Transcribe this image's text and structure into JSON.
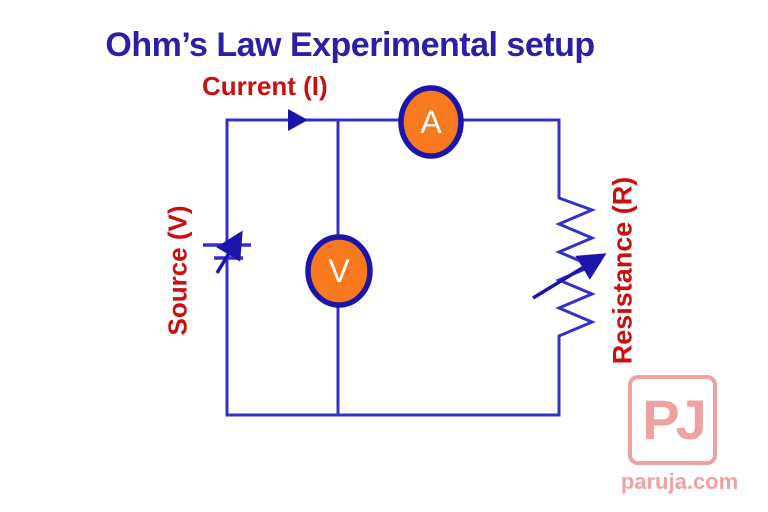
{
  "title": {
    "text": "Ohm’s Law Experimental setup"
  },
  "labels": {
    "current": "Current (I)",
    "source": "Source (V)",
    "resistance": "Resistance (R)"
  },
  "circuit": {
    "ammeter_letter": "A",
    "voltmeter_letter": "V",
    "icons": {
      "current_direction_icon": "filled right-pointing triangle on top wire",
      "variable_source_icon": "battery plates crossed by diagonal up-right arrow",
      "variable_resistor_icon": "zigzag resistor crossed by diagonal up-right arrow"
    }
  },
  "branding": {
    "monogram": "PJ",
    "website": "paruja.com"
  },
  "colors": {
    "title_navy": "#2B1FA6",
    "label_red": "#C81010",
    "wire_blue": "#3331C6",
    "meter_border_navy": "#1C15AC",
    "meter_fill_orange": "#F97A1E",
    "brand_pink": "#F0A2A2"
  }
}
